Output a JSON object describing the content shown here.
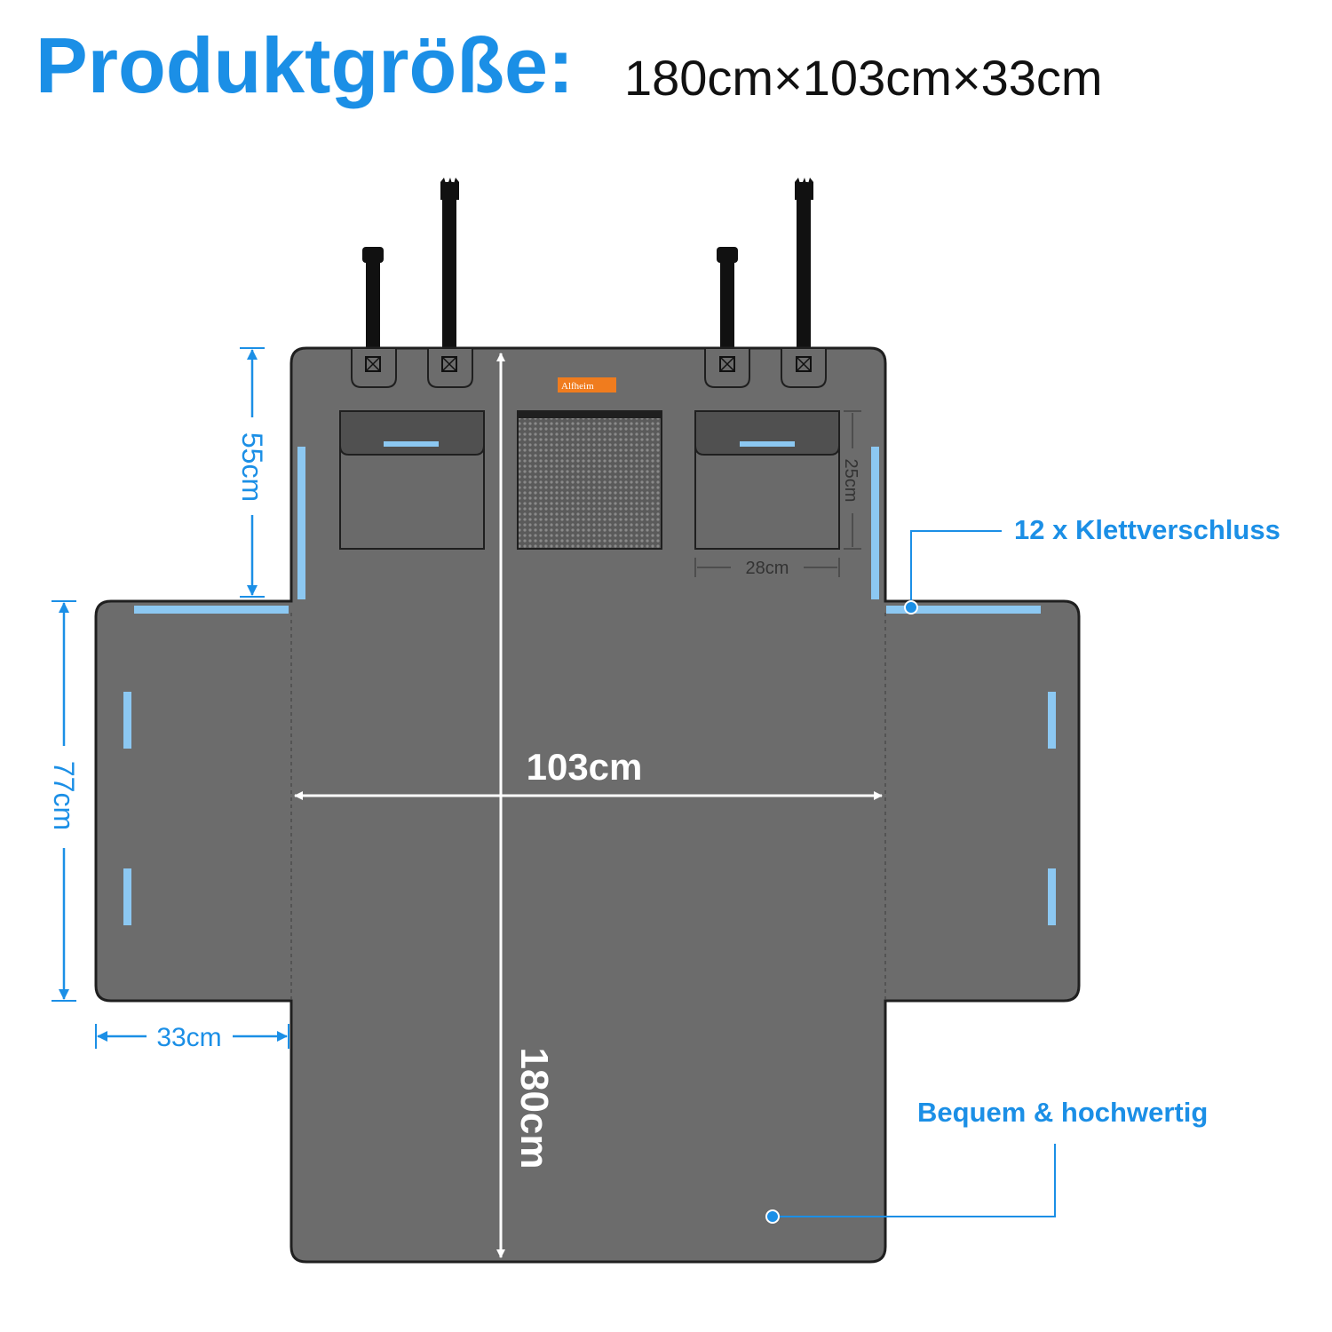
{
  "header": {
    "title": "Produktgröße:",
    "size": "180cm×103cm×33cm"
  },
  "brand_label": "Alfheim",
  "dimensions": {
    "top_section": "55cm",
    "side_flap": "77cm",
    "flap_width": "33cm",
    "pocket_height": "25cm",
    "pocket_width": "28cm",
    "width": "103cm",
    "length": "180cm"
  },
  "callouts": {
    "velcro": "12 x Klettverschluss",
    "quality": "Bequem & hochwertig"
  },
  "colors": {
    "accent": "#1b8fe6",
    "mat": "#6c6c6c",
    "velcro": "#8cc8f2",
    "strap": "#111111",
    "logo": "#f07c1e"
  }
}
